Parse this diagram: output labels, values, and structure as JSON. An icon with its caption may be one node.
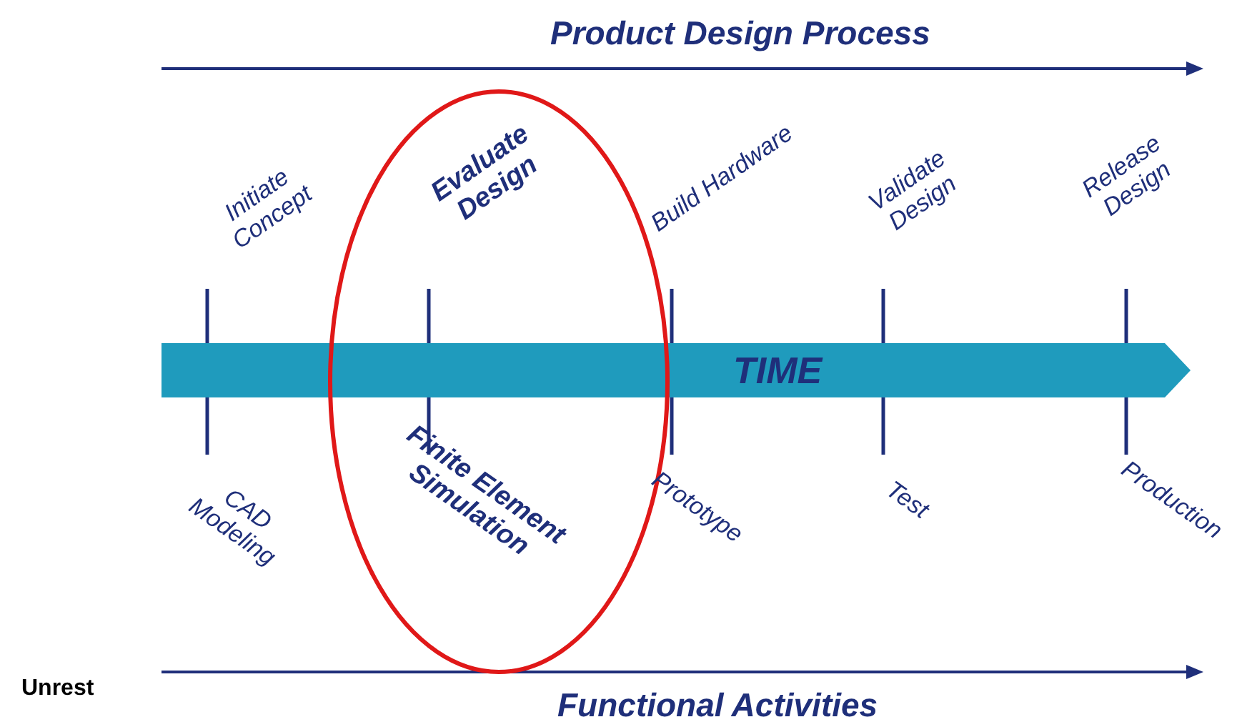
{
  "diagram": {
    "title": "Product Design Process",
    "caption": "Functional Activities",
    "nodes": [
      {
        "text": [
          "TIME"
        ]
      },
      {
        "text": [
          "Evaluate Design",
          "Finite Element Simulation"
        ]
      }
    ],
    "edges": [],
    "labels": [
      "Initiate Concept",
      "Build Hardware",
      "Validate Design",
      "Release Design",
      "CAD Modeling",
      "Prototype",
      "Test",
      "Production",
      "Unrest"
    ]
  }
}
